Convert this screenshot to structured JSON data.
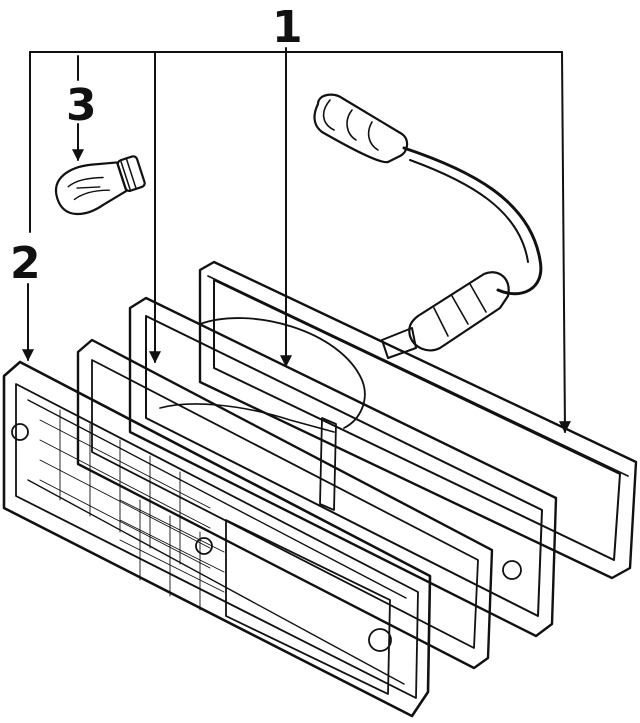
{
  "diagram": {
    "callouts": [
      {
        "id": "1",
        "label": "1"
      },
      {
        "id": "2",
        "label": "2"
      },
      {
        "id": "3",
        "label": "3"
      }
    ],
    "colors": {
      "ink": "#111111",
      "paper": "#ffffff"
    }
  }
}
